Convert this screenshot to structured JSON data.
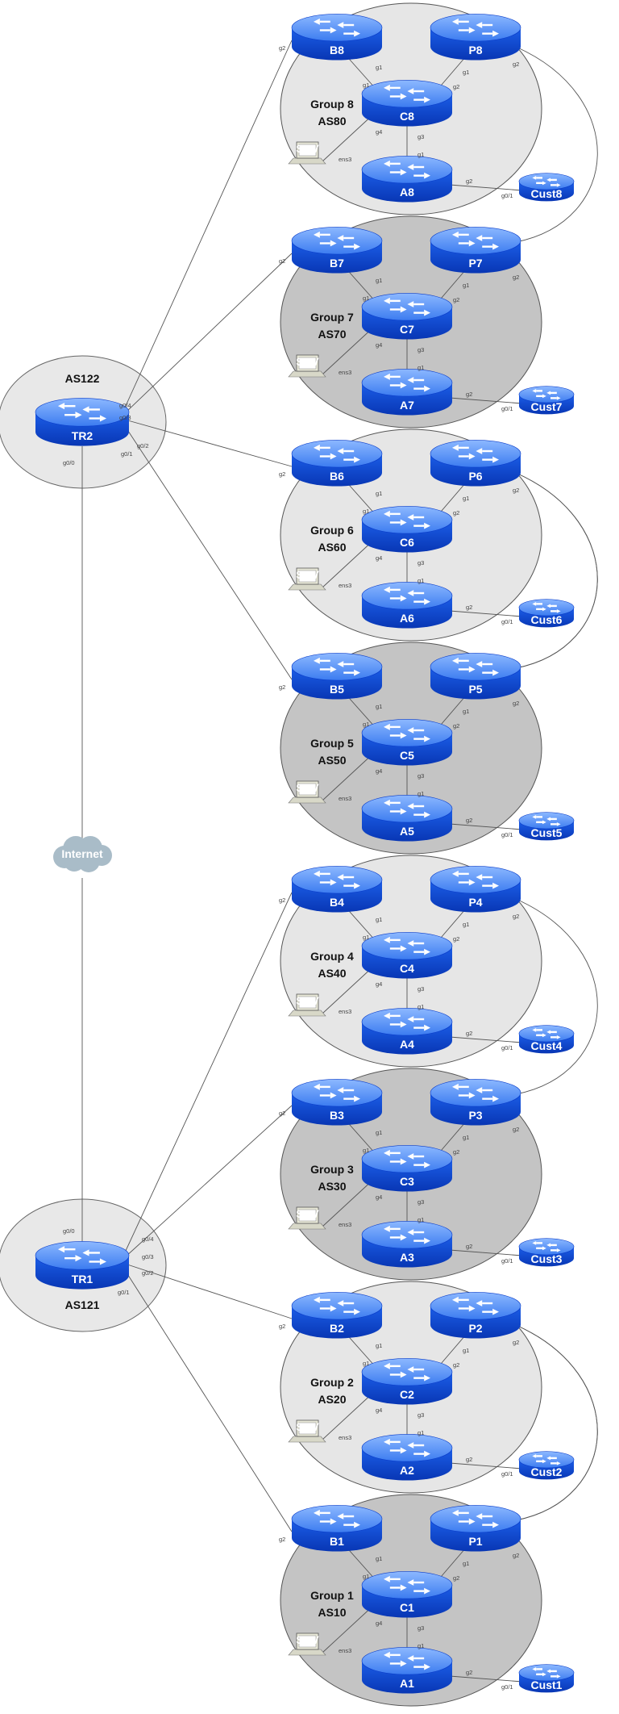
{
  "colors": {
    "router_top": "#6aa2ff",
    "router_side": "#0a3cc8",
    "router_face": "#1456e6",
    "group_light": "#e6e6e6",
    "group_dark": "#c4c4c4",
    "cloud": "#a9bcc8",
    "line": "#555555"
  },
  "icons": {
    "router": "router-icon",
    "server": "server-icon",
    "cloud": "internet-cloud-icon"
  },
  "transit": [
    {
      "id": "TR2",
      "label": "TR2",
      "as": "AS122",
      "ports": [
        "g0/4",
        "g0/3",
        "g0/1",
        "g0/2",
        "g0/0"
      ]
    },
    {
      "id": "TR1",
      "label": "TR1",
      "as": "AS121",
      "ports": [
        "g0/0",
        "g0/4",
        "g0/3",
        "g0/2",
        "g0/1"
      ]
    }
  ],
  "internet": {
    "label": "Internet"
  },
  "groups": [
    {
      "num": 8,
      "title": "Group 8",
      "as": "AS80",
      "shade": "light",
      "routers": {
        "B": "B8",
        "P": "P8",
        "C": "C8",
        "A": "A8",
        "Cust": "Cust8"
      },
      "server": "SRV",
      "ports": {
        "b_tr": "g2",
        "b_c": "g1",
        "c_b": "g1",
        "p_c": "g1",
        "c_p": "g2",
        "c_srv": "g4",
        "srv": "ens3",
        "c_a": "g3",
        "a_c": "g1",
        "a_cust": "g2",
        "cust": "g0/1",
        "p_next": "g2"
      }
    },
    {
      "num": 7,
      "title": "Group 7",
      "as": "AS70",
      "shade": "dark",
      "routers": {
        "B": "B7",
        "P": "P7",
        "C": "C7",
        "A": "A7",
        "Cust": "Cust7"
      },
      "server": "SRV",
      "ports": {
        "b_tr": "g2",
        "b_c": "g1",
        "c_b": "g1",
        "p_c": "g1",
        "c_p": "g2",
        "c_srv": "g4",
        "srv": "ens3",
        "c_a": "g3",
        "a_c": "g1",
        "a_cust": "g2",
        "cust": "g0/1",
        "p_next": "g2"
      }
    },
    {
      "num": 6,
      "title": "Group 6",
      "as": "AS60",
      "shade": "light",
      "routers": {
        "B": "B6",
        "P": "P6",
        "C": "C6",
        "A": "A6",
        "Cust": "Cust6"
      },
      "server": "SRV",
      "ports": {
        "b_tr": "g2",
        "b_c": "g1",
        "c_b": "g1",
        "p_c": "g1",
        "c_p": "g2",
        "c_srv": "g4",
        "srv": "ens3",
        "c_a": "g3",
        "a_c": "g1",
        "a_cust": "g2",
        "cust": "g0/1",
        "p_next": "g2"
      }
    },
    {
      "num": 5,
      "title": "Group 5",
      "as": "AS50",
      "shade": "dark",
      "routers": {
        "B": "B5",
        "P": "P5",
        "C": "C5",
        "A": "A5",
        "Cust": "Cust5"
      },
      "server": "SRV",
      "ports": {
        "b_tr": "g2",
        "b_c": "g1",
        "c_b": "g1",
        "p_c": "g1",
        "c_p": "g2",
        "c_srv": "g4",
        "srv": "ens3",
        "c_a": "g3",
        "a_c": "g1",
        "a_cust": "g2",
        "cust": "g0/1",
        "p_next": "g2"
      }
    },
    {
      "num": 4,
      "title": "Group 4",
      "as": "AS40",
      "shade": "light",
      "routers": {
        "B": "B4",
        "P": "P4",
        "C": "C4",
        "A": "A4",
        "Cust": "Cust4"
      },
      "server": "SRV",
      "ports": {
        "b_tr": "g2",
        "b_c": "g1",
        "c_b": "g1",
        "p_c": "g1",
        "c_p": "g2",
        "c_srv": "g4",
        "srv": "ens3",
        "c_a": "g3",
        "a_c": "g1",
        "a_cust": "g2",
        "cust": "g0/1",
        "p_next": "g2"
      }
    },
    {
      "num": 3,
      "title": "Group 3",
      "as": "AS30",
      "shade": "dark",
      "routers": {
        "B": "B3",
        "P": "P3",
        "C": "C3",
        "A": "A3",
        "Cust": "Cust3"
      },
      "server": "SRV",
      "ports": {
        "b_tr": "g2",
        "b_c": "g1",
        "c_b": "g1",
        "p_c": "g1",
        "c_p": "g2",
        "c_srv": "g4",
        "srv": "ens3",
        "c_a": "g3",
        "a_c": "g1",
        "a_cust": "g2",
        "cust": "g0/1",
        "p_next": "g2"
      }
    },
    {
      "num": 2,
      "title": "Group 2",
      "as": "AS20",
      "shade": "light",
      "routers": {
        "B": "B2",
        "P": "P2",
        "C": "C2",
        "A": "A2",
        "Cust": "Cust2"
      },
      "server": "SRV",
      "ports": {
        "b_tr": "g2",
        "b_c": "g1",
        "c_b": "g1",
        "p_c": "g1",
        "c_p": "g2",
        "c_srv": "g4",
        "srv": "ens3",
        "c_a": "g3",
        "a_c": "g1",
        "a_cust": "g2",
        "cust": "g0/1",
        "p_next": "g2"
      }
    },
    {
      "num": 1,
      "title": "Group 1",
      "as": "AS10",
      "shade": "dark",
      "routers": {
        "B": "B1",
        "P": "P1",
        "C": "C1",
        "A": "A1",
        "Cust": "Cust1"
      },
      "server": "SRV",
      "ports": {
        "b_tr": "g2",
        "b_c": "g1",
        "c_b": "g1",
        "p_c": "g1",
        "c_p": "g2",
        "c_srv": "g4",
        "srv": "ens3",
        "c_a": "g3",
        "a_c": "g1",
        "a_cust": "g2",
        "cust": "g0/1",
        "p_next": "g2"
      }
    }
  ]
}
